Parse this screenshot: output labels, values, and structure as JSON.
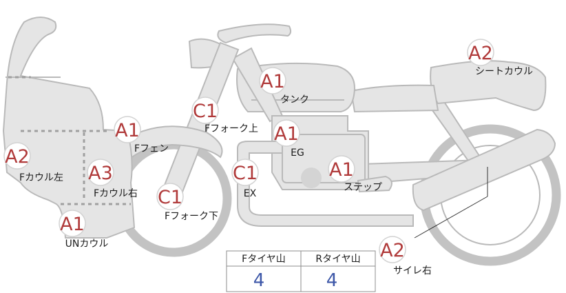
{
  "markers": [
    {
      "id": "ten",
      "code": "A1",
      "label": "タンク"
    },
    {
      "id": "sc",
      "code": "A2",
      "label": "シートカウル"
    },
    {
      "id": "ffu",
      "code": "C1",
      "label": "Fフォーク上"
    },
    {
      "id": "eg",
      "code": "A1",
      "label": "EG"
    },
    {
      "id": "ff",
      "code": "A1",
      "label": "Fフェン"
    },
    {
      "id": "fkl",
      "code": "A2",
      "label": "Fカウル左"
    },
    {
      "id": "fkr",
      "code": "A3",
      "label": "Fカウル右"
    },
    {
      "id": "ex",
      "code": "C1",
      "label": "EX"
    },
    {
      "id": "st",
      "code": "A1",
      "label": "ステップ"
    },
    {
      "id": "ffd",
      "code": "C1",
      "label": "Fフォーク下"
    },
    {
      "id": "un",
      "code": "A1",
      "label": "UNカウル"
    },
    {
      "id": "sr",
      "code": "A2",
      "label": "サイレ右"
    }
  ],
  "tire_table": {
    "headers": [
      "Fタイヤ山",
      "Rタイヤ山"
    ],
    "values": [
      "4",
      "4"
    ]
  }
}
